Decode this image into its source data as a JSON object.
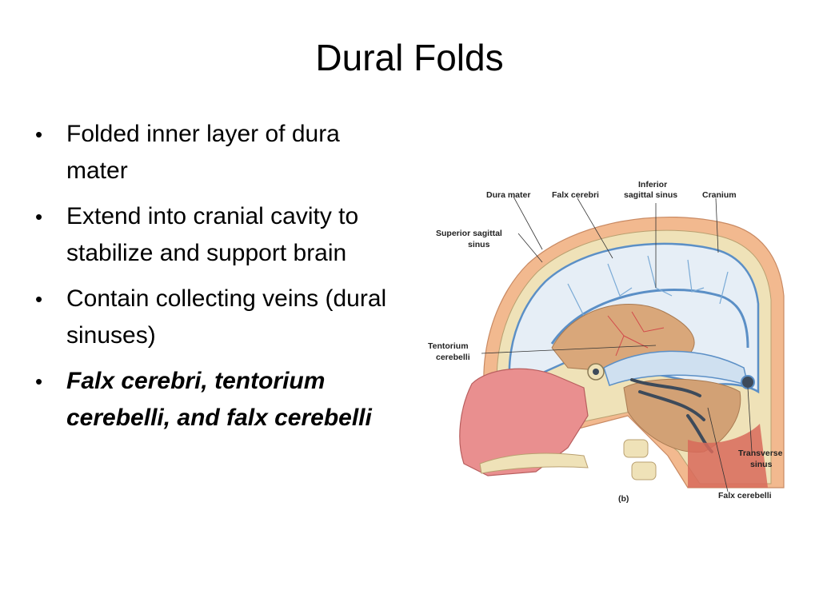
{
  "slide": {
    "title": "Dural Folds",
    "bullets": [
      {
        "text": "Folded inner layer of dura mater"
      },
      {
        "text": "Extend into cranial cavity to stabilize and support brain"
      },
      {
        "text": "Contain collecting veins (dural sinuses)"
      },
      {
        "text": "Falx cerebri, tentorium cerebelli, and falx cerebelli"
      }
    ],
    "bullet_glyph": "•"
  },
  "figure": {
    "labels": {
      "dura_mater": "Dura mater",
      "falx_cerebri": "Falx cerebri",
      "inferior_1": "Inferior",
      "inferior_2": "sagittal sinus",
      "cranium": "Cranium",
      "superior_1": "Superior sagittal",
      "superior_2": "sinus",
      "tentorium_1": "Tentorium",
      "tentorium_2": "cerebelli",
      "transverse_1": "Transverse",
      "transverse_2": "sinus",
      "falx_cerebelli": "Falx cerebelli",
      "panel": "(b)"
    },
    "colors": {
      "skin": "#f2b98f",
      "bone": "#efe2b8",
      "dura_fill": "#e6eef6",
      "dura_line": "#5b8fc6",
      "brain": "#d9a77a",
      "nasal": "#e98f8f",
      "vein": "#3d4a5a"
    }
  }
}
